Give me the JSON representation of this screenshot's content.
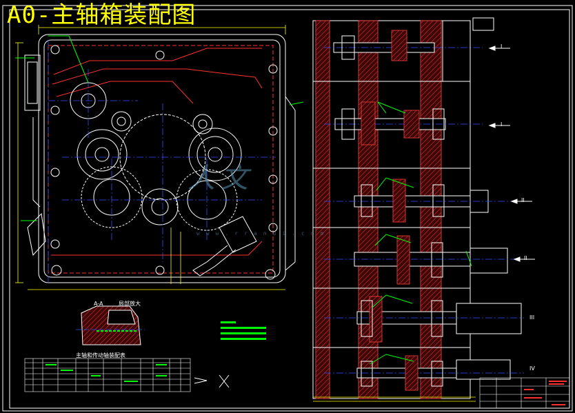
{
  "drawing": {
    "title": "A0-主轴箱装配图",
    "section_label": "A-A",
    "detail_label": "局部放大",
    "table_title": "主轴和传动轴装配表",
    "watermark_text": "人文",
    "watermark_url": "www.rrandi.com",
    "view_label_1": "I",
    "view_label_2": "I",
    "view_label_3": "II",
    "view_label_4": "II",
    "view_label_5": "III",
    "view_label_6": "IV"
  },
  "colors": {
    "background": "#000000",
    "frame": "#ffffff",
    "title": "#ffff00",
    "section": "#ff3030",
    "center": "#3050ff",
    "dim": "#00ffff",
    "green": "#00ff00",
    "hatch": "#c02020"
  }
}
